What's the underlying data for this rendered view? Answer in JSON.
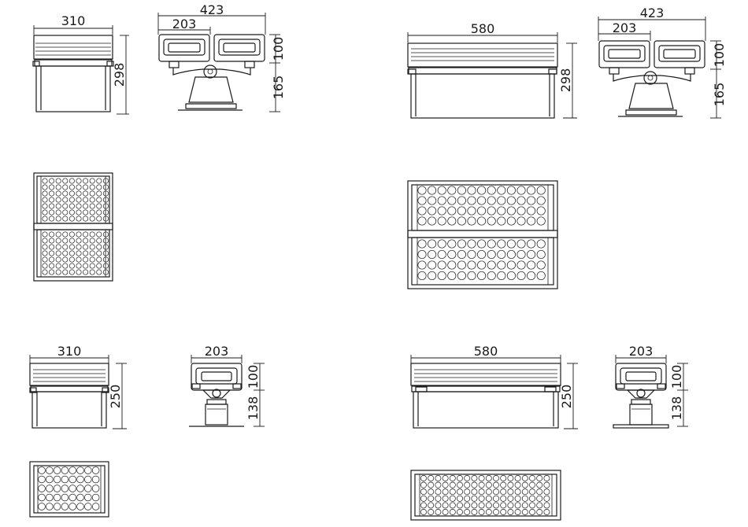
{
  "drawings": {
    "large_single": {
      "front_width": "310",
      "front_height": "298",
      "side_width": "423",
      "side_head": "203",
      "side_head_height": "100",
      "side_base_height": "165"
    },
    "large_double": {
      "front_width": "580",
      "front_height": "298",
      "side_width": "423",
      "side_head": "203",
      "side_head_height": "100",
      "side_base_height": "165"
    },
    "small_single": {
      "front_width": "310",
      "front_height": "250",
      "side_head": "203",
      "side_head_height": "100",
      "side_base_height": "138"
    },
    "small_double": {
      "front_width": "580",
      "front_height": "250",
      "side_head": "203",
      "side_head_height": "100",
      "side_base_height": "138"
    }
  }
}
